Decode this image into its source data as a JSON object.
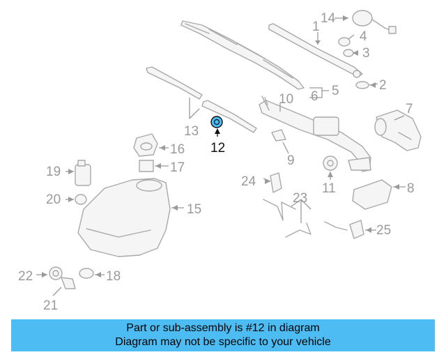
{
  "diagram": {
    "highlight_part": "12",
    "highlight_color": "#4cbcf2",
    "callouts": [
      "1",
      "2",
      "3",
      "4",
      "5",
      "6",
      "7",
      "8",
      "9",
      "10",
      "11",
      "12",
      "13",
      "14",
      "15",
      "16",
      "17",
      "18",
      "19",
      "20",
      "21",
      "22",
      "23",
      "24",
      "25"
    ]
  },
  "banner": {
    "line1": "Part or sub-assembly is #12 in diagram",
    "line2": "Diagram may not be specific to your vehicle",
    "color": "#4cbcf2"
  }
}
